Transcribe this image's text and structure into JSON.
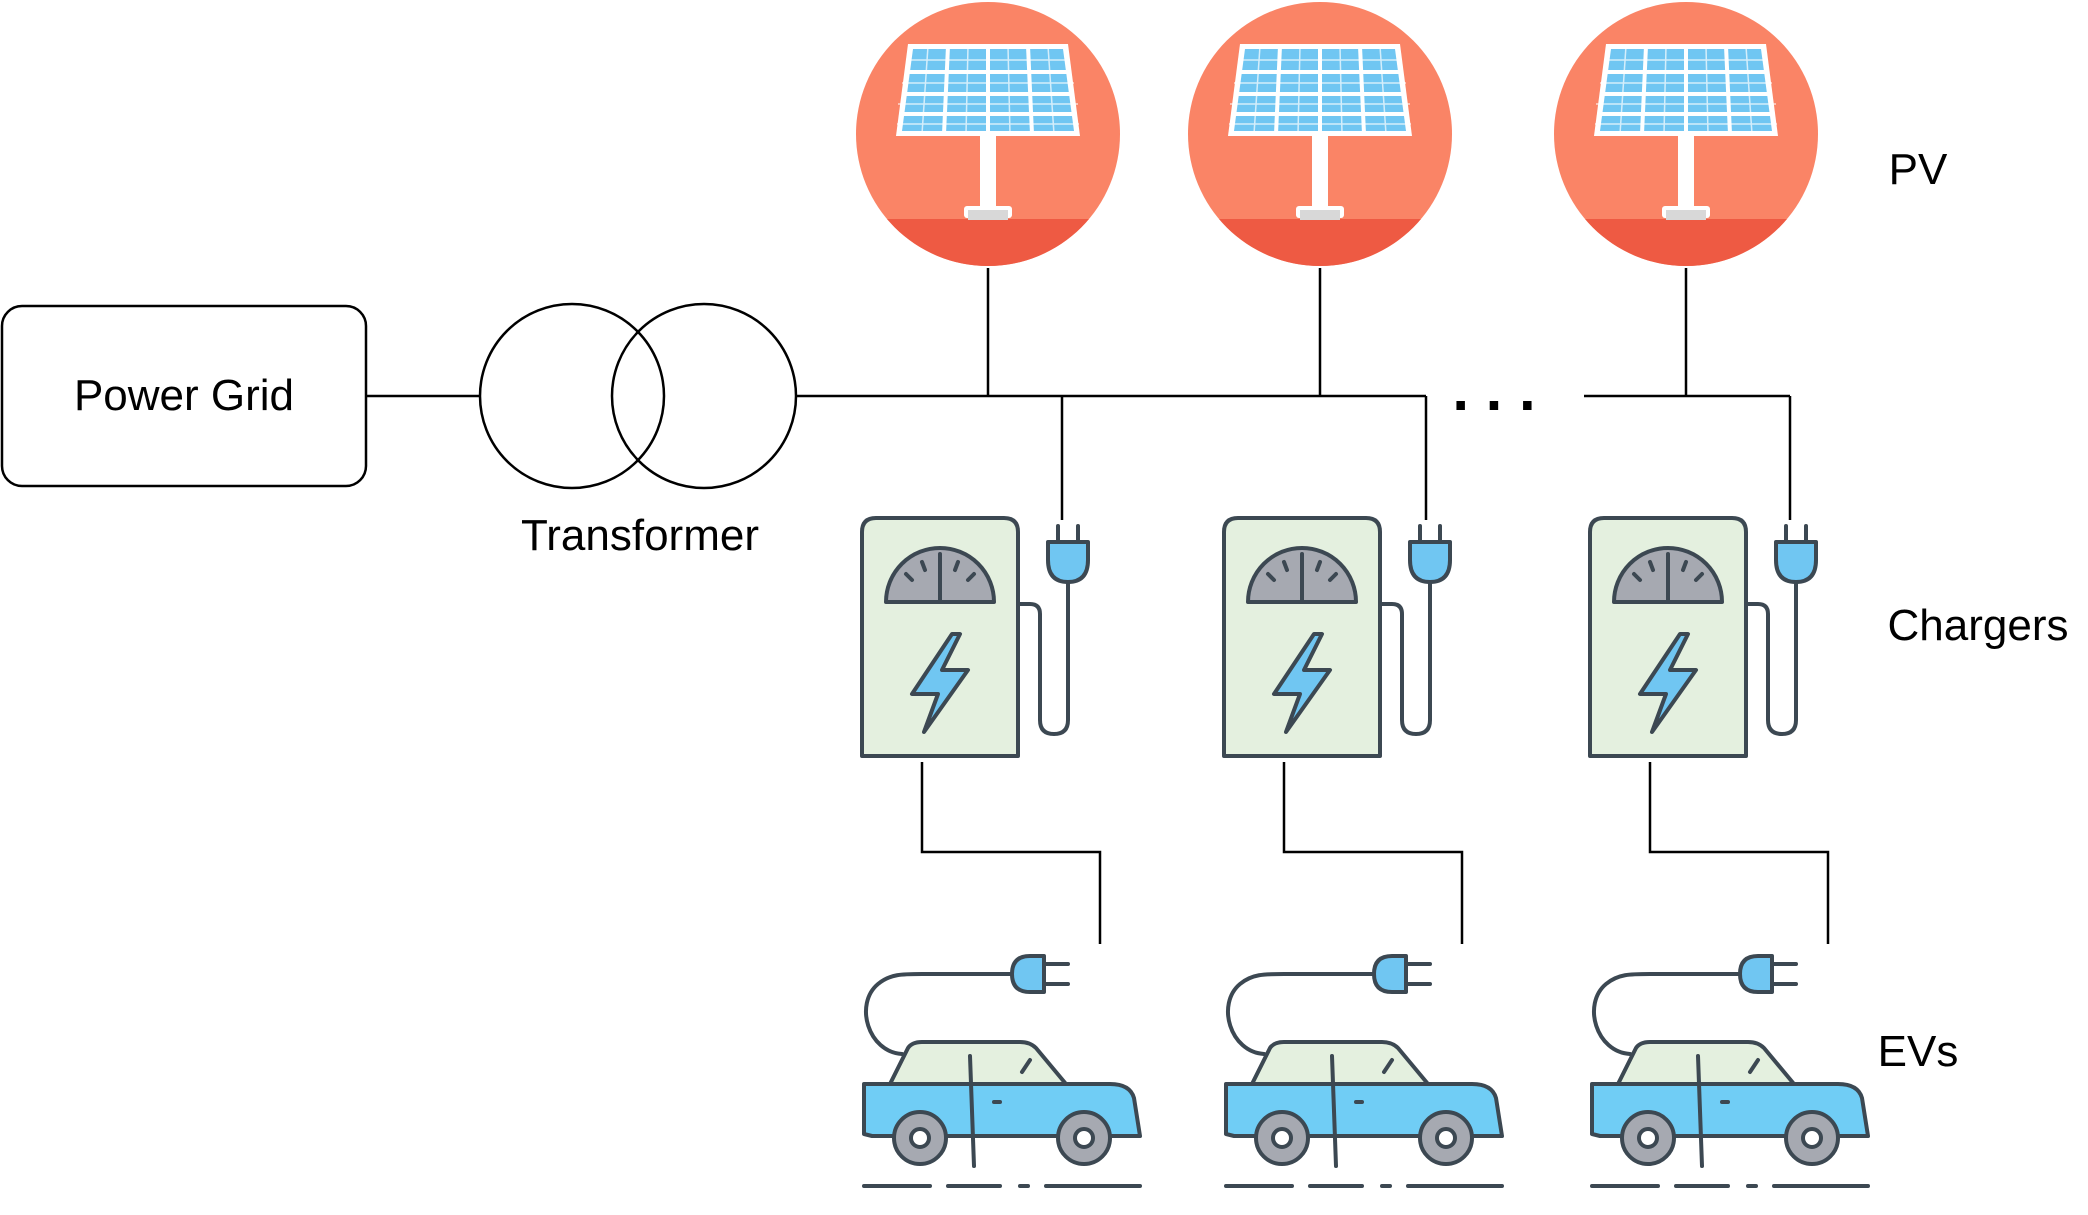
{
  "labels": {
    "power_grid": "Power Grid",
    "transformer": "Transformer",
    "pv": "PV",
    "chargers": "Chargers",
    "evs": "EVs",
    "ellipsis": ". . ."
  },
  "colors": {
    "line": "#000000",
    "pv_circle": "#FA8466",
    "pv_ground": "#EE5A43",
    "panel_cell": "#70C6F2",
    "panel_frame": "#ffffff",
    "pole": "#ffffff",
    "charger_body": "#E4F0DF",
    "gauge": "#A6A9B1",
    "bolt": "#70C6F2",
    "plug": "#70C6F2",
    "outline": "#3C4852",
    "car_body": "#70CDF5",
    "car_cabin": "#E4F0DF",
    "wheel": "#A6A9B1"
  },
  "icons": {
    "pv": "solar-panel-icon",
    "charger": "ev-charger-icon",
    "ev": "electric-car-icon"
  },
  "counts": {
    "pv_units": 3,
    "chargers": 3,
    "evs": 3
  }
}
